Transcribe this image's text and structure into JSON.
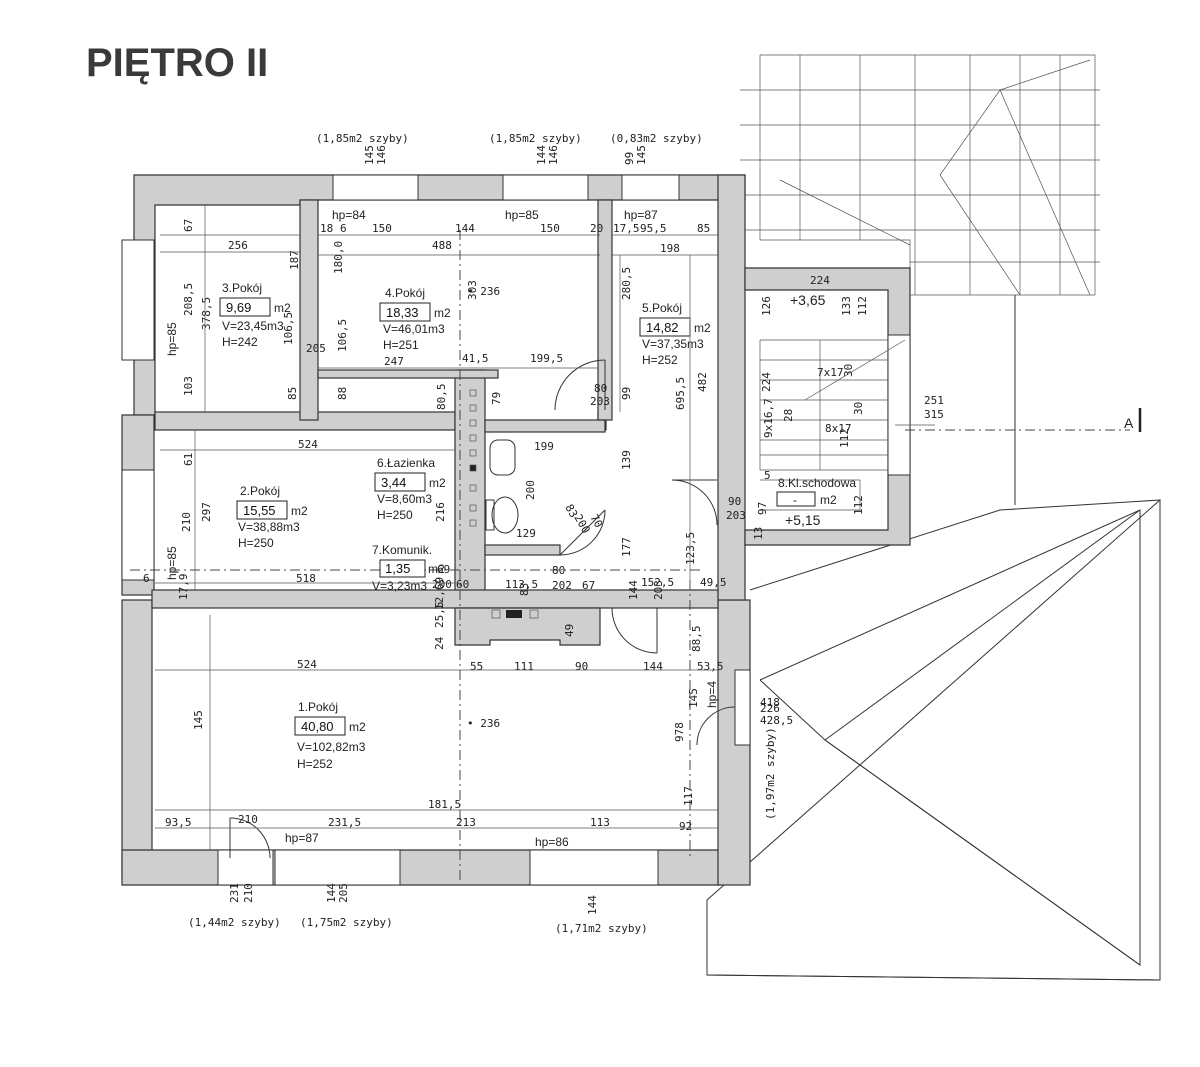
{
  "title": "PIĘTRO II",
  "rooms": [
    {
      "name": "3.Pokój",
      "area": "9,69",
      "unit": "m2",
      "volume": "V=23,45m3",
      "height": "H=242"
    },
    {
      "name": "4.Pokój",
      "area": "18,33",
      "unit": "m2",
      "volume": "V=46,01m3",
      "height": "H=251"
    },
    {
      "name": "5.Pokój",
      "area": "14,82",
      "unit": "m2",
      "volume": "V=37,35m3",
      "height": "H=252"
    },
    {
      "name": "2.Pokój",
      "area": "15,55",
      "unit": "m2",
      "volume": "V=38,88m3",
      "height": "H=250"
    },
    {
      "name": "6.Łazienka",
      "area": "3,44",
      "unit": "m2",
      "volume": "V=8,60m3",
      "height": "H=250"
    },
    {
      "name": "7.Komunik.",
      "area": "1,35",
      "unit": "m2",
      "volume": "V=3,23m3",
      "height": ""
    },
    {
      "name": "1.Pokój",
      "area": "40,80",
      "unit": "m2",
      "volume": "V=102,82m3",
      "height": "H=252"
    },
    {
      "name": "8.Kl.schodowa",
      "area": "-",
      "unit": "m2",
      "volume": "",
      "height": ""
    }
  ],
  "glazing": {
    "top1": "(1,85m2 szyby)",
    "top2": "(1,85m2 szyby)",
    "top3": "(0,83m2 szyby)",
    "bottom1": "(1,44m2 szyby)",
    "bottom2": "(1,75m2 szyby)",
    "bottom3": "(1,71m2 szyby)",
    "right": "(1,97m2 szyby)"
  },
  "sill_heights": {
    "top1": "hp=84",
    "top2": "hp=85",
    "top3": "hp=87",
    "left1": "hp=85",
    "left2": "hp=85",
    "bottom1": "hp=87",
    "bottom2": "hp=86",
    "right": "hp=4"
  },
  "levels": {
    "upper": "+3,65",
    "lower": "+5,15",
    "spot1": "• 236",
    "spot2": "• 236"
  },
  "stairs": {
    "flight1": "7x17",
    "flight2": "8x17",
    "flight3": "9x16,7"
  },
  "section_marker": "A",
  "dimensions": [
    {
      "text": "145"
    },
    {
      "text": "146"
    },
    {
      "text": "144"
    },
    {
      "text": "146"
    },
    {
      "text": "99"
    },
    {
      "text": "145"
    },
    {
      "text": "18"
    },
    {
      "text": "6"
    },
    {
      "text": "150"
    },
    {
      "text": "144"
    },
    {
      "text": "150"
    },
    {
      "text": "20"
    },
    {
      "text": "17,5"
    },
    {
      "text": "95,5"
    },
    {
      "text": "85"
    },
    {
      "text": "67"
    },
    {
      "text": "256"
    },
    {
      "text": "488"
    },
    {
      "text": "198"
    },
    {
      "text": "224"
    },
    {
      "text": "187"
    },
    {
      "text": "180,0"
    },
    {
      "text": "303"
    },
    {
      "text": "280,5"
    },
    {
      "text": "126"
    },
    {
      "text": "133"
    },
    {
      "text": "112"
    },
    {
      "text": "208,5"
    },
    {
      "text": "378,5"
    },
    {
      "text": "106,5"
    },
    {
      "text": "205"
    },
    {
      "text": "106,5"
    },
    {
      "text": "247"
    },
    {
      "text": "41,5"
    },
    {
      "text": "199,5"
    },
    {
      "text": "103"
    },
    {
      "text": "85"
    },
    {
      "text": "88"
    },
    {
      "text": "80,5"
    },
    {
      "text": "79"
    },
    {
      "text": "80"
    },
    {
      "text": "203"
    },
    {
      "text": "99"
    },
    {
      "text": "695,5"
    },
    {
      "text": "482"
    },
    {
      "text": "224"
    },
    {
      "text": "28"
    },
    {
      "text": "30"
    },
    {
      "text": "30"
    },
    {
      "text": "112"
    },
    {
      "text": "251"
    },
    {
      "text": "315"
    },
    {
      "text": "524"
    },
    {
      "text": "199"
    },
    {
      "text": "61"
    },
    {
      "text": "139"
    },
    {
      "text": "5"
    },
    {
      "text": "200"
    },
    {
      "text": "83"
    },
    {
      "text": "70"
    },
    {
      "text": "200"
    },
    {
      "text": "90"
    },
    {
      "text": "203"
    },
    {
      "text": "97"
    },
    {
      "text": "112"
    },
    {
      "text": "210"
    },
    {
      "text": "297"
    },
    {
      "text": "216"
    },
    {
      "text": "129"
    },
    {
      "text": "177"
    },
    {
      "text": "13"
    },
    {
      "text": "123,5"
    },
    {
      "text": "6"
    },
    {
      "text": "518"
    },
    {
      "text": "69"
    },
    {
      "text": "200"
    },
    {
      "text": "60"
    },
    {
      "text": "113,5"
    },
    {
      "text": "80"
    },
    {
      "text": "202"
    },
    {
      "text": "67"
    },
    {
      "text": "152,5"
    },
    {
      "text": "49,5"
    },
    {
      "text": "17,9"
    },
    {
      "text": "24"
    },
    {
      "text": "25,5"
    },
    {
      "text": "12,69"
    },
    {
      "text": "83"
    },
    {
      "text": "49"
    },
    {
      "text": "144"
    },
    {
      "text": "203"
    },
    {
      "text": "88,5"
    },
    {
      "text": "524"
    },
    {
      "text": "55"
    },
    {
      "text": "111"
    },
    {
      "text": "90"
    },
    {
      "text": "144"
    },
    {
      "text": "53,5"
    },
    {
      "text": "145"
    },
    {
      "text": "226"
    },
    {
      "text": "428,5"
    },
    {
      "text": "145"
    },
    {
      "text": "418"
    },
    {
      "text": "978"
    },
    {
      "text": "181,5"
    },
    {
      "text": "117"
    },
    {
      "text": "93,5"
    },
    {
      "text": "210"
    },
    {
      "text": "231,5"
    },
    {
      "text": "213"
    },
    {
      "text": "113"
    },
    {
      "text": "92"
    },
    {
      "text": "231"
    },
    {
      "text": "210"
    },
    {
      "text": "144"
    },
    {
      "text": "205"
    },
    {
      "text": "144"
    }
  ]
}
